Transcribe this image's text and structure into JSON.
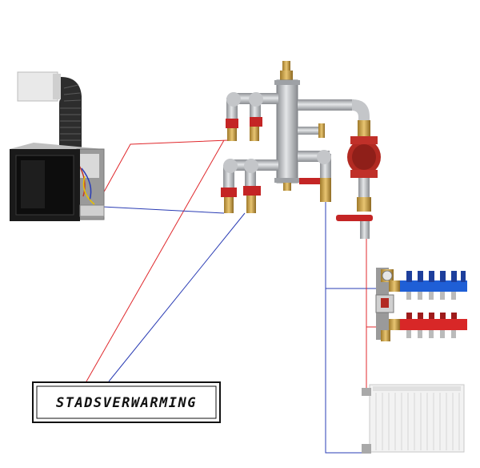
{
  "diagram": {
    "label": "STADSVERWARMING",
    "colors": {
      "supply_line": "#e0282c",
      "return_line": "#2a3cb4",
      "pipe_metal": "#b9bcbf",
      "valve_red": "#c42525",
      "manifold_blue": "#1f5fd6",
      "manifold_red": "#d82727",
      "pump_red": "#b22a22"
    },
    "components": [
      {
        "name": "wood-stove-with-water-jacket"
      },
      {
        "name": "flue-pipe"
      },
      {
        "name": "hydraulic-separator"
      },
      {
        "name": "circulation-pump"
      },
      {
        "name": "underfloor-heating-manifold"
      },
      {
        "name": "panel-radiator"
      },
      {
        "name": "district-heating-box"
      }
    ]
  }
}
